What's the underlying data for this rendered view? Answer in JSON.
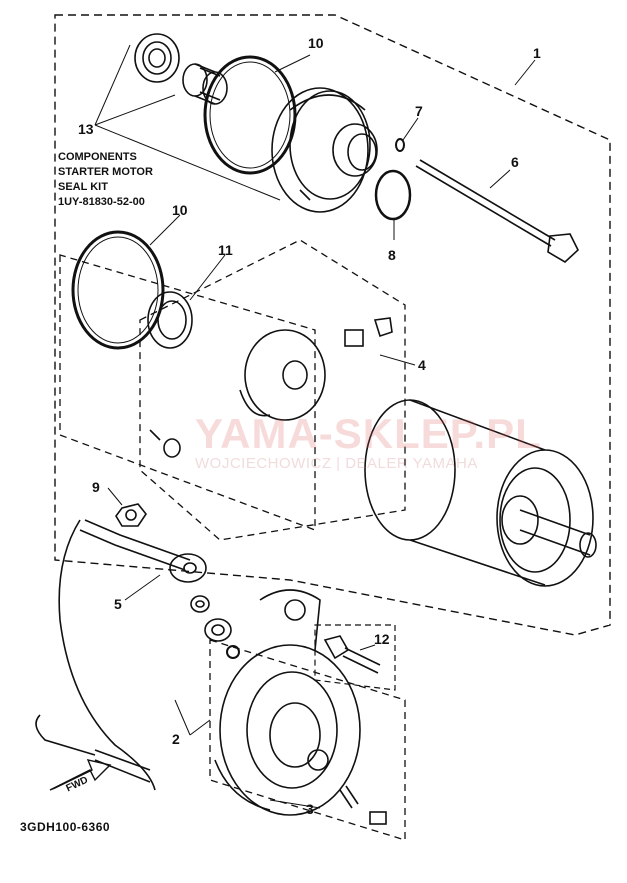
{
  "diagram": {
    "callouts": [
      {
        "id": "c1",
        "label": "1"
      },
      {
        "id": "c2",
        "label": "2"
      },
      {
        "id": "c3",
        "label": "3"
      },
      {
        "id": "c4",
        "label": "4"
      },
      {
        "id": "c5",
        "label": "5"
      },
      {
        "id": "c6",
        "label": "6"
      },
      {
        "id": "c7",
        "label": "7"
      },
      {
        "id": "c8",
        "label": "8"
      },
      {
        "id": "c9",
        "label": "9"
      },
      {
        "id": "c10a",
        "label": "10"
      },
      {
        "id": "c10b",
        "label": "10"
      },
      {
        "id": "c11",
        "label": "11"
      },
      {
        "id": "c12",
        "label": "12"
      },
      {
        "id": "c13",
        "label": "13"
      }
    ],
    "kit_note": {
      "line1": "COMPONENTS",
      "line2": "STARTER MOTOR",
      "line3": "SEAL KIT",
      "line4": "1UY-81830-52-00"
    },
    "drawing_code": "3GDH100-6360",
    "fwd_label": "FWD"
  },
  "watermark": {
    "brand": "YAMA-SKLEP.PL",
    "subtitle": "WOJCIECHOWICZ | DEALER YAMAHA"
  }
}
